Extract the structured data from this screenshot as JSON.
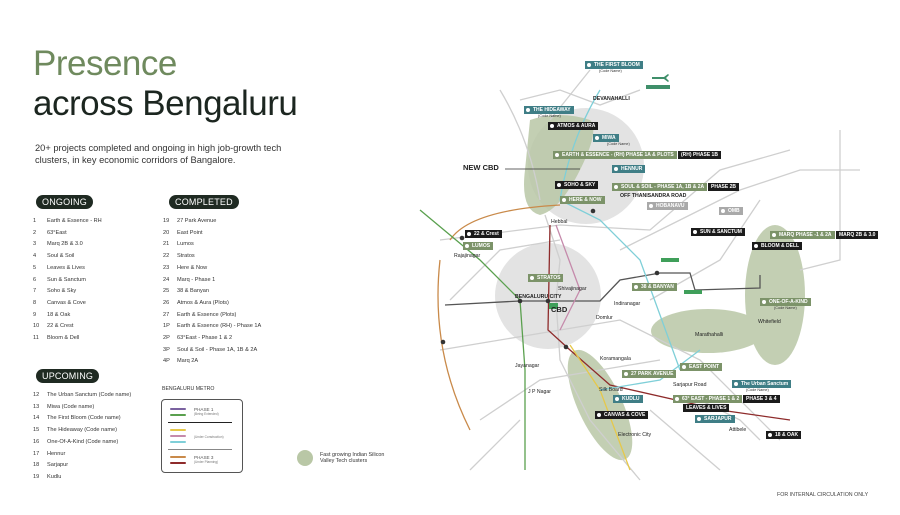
{
  "title": {
    "line1": "Presence",
    "line2": "across Bengaluru"
  },
  "subtitle": "20+ projects completed and ongoing in high job-growth tech clusters, in key economic corridors of Bangalore.",
  "colors": {
    "accent_green": "#6f8a5e",
    "dark": "#1c2620",
    "cluster": "#b9c7a6",
    "teal_label": "#3f7e86",
    "green_label": "#7c9369"
  },
  "ongoing": {
    "label": "ONGOING",
    "items": [
      {
        "n": "1",
        "name": "Earth & Essence - RH"
      },
      {
        "n": "2",
        "name": "63°East"
      },
      {
        "n": "3",
        "name": "Marq 2B & 3.0"
      },
      {
        "n": "4",
        "name": "Soul & Soil"
      },
      {
        "n": "5",
        "name": "Leaves & Lives"
      },
      {
        "n": "6",
        "name": "Sun & Sanctum"
      },
      {
        "n": "7",
        "name": "Soho & Sky"
      },
      {
        "n": "8",
        "name": "Canvas & Cove"
      },
      {
        "n": "9",
        "name": "18 & Oak"
      },
      {
        "n": "10",
        "name": "22 & Crest"
      },
      {
        "n": "11",
        "name": "Bloom & Dell"
      }
    ]
  },
  "completed": {
    "label": "COMPLETED",
    "items": [
      {
        "n": "19",
        "name": "27 Park Avenue"
      },
      {
        "n": "20",
        "name": "East Point"
      },
      {
        "n": "21",
        "name": "Lumos"
      },
      {
        "n": "22",
        "name": "Stratos"
      },
      {
        "n": "23",
        "name": "Here & Now"
      },
      {
        "n": "24",
        "name": "Marq - Phase 1"
      },
      {
        "n": "25",
        "name": "38 & Banyan"
      },
      {
        "n": "26",
        "name": "Atmos & Aura (Plots)"
      },
      {
        "n": "27",
        "name": "Earth & Essence (Plots)"
      },
      {
        "n": "1P",
        "name": "Earth & Essence (RH) - Phase 1A"
      },
      {
        "n": "2P",
        "name": "63°East - Phase 1 & 2"
      },
      {
        "n": "3P",
        "name": "Soul & Soil - Phase 1A, 1B & 2A"
      },
      {
        "n": "4P",
        "name": "Marq 2A"
      }
    ]
  },
  "upcoming": {
    "label": "UPCOMING",
    "items": [
      {
        "n": "12",
        "name": "The Urban Sanctum (Code name)"
      },
      {
        "n": "13",
        "name": "Miwa (Code name)"
      },
      {
        "n": "14",
        "name": "The First Bloom (Code name)"
      },
      {
        "n": "15",
        "name": "The Hideaway (Code name)"
      },
      {
        "n": "16",
        "name": "One-Of-A-Kind (Code name)"
      },
      {
        "n": "17",
        "name": "Hennur"
      },
      {
        "n": "18",
        "name": "Sarjapur"
      },
      {
        "n": "19",
        "name": "Kudlu"
      }
    ]
  },
  "metro": {
    "title": "BENGALURU METRO",
    "phase1": "PHASE 1",
    "phase1_note": "(Being Extended)",
    "construction_note": "(Under Construction)",
    "phase3": "PHASE 3",
    "phase3_note": "(Under Planning)",
    "line_colors": [
      "#7a62a0",
      "#5aa04e",
      "#e6c84a",
      "#c58aab",
      "#7fcfd8",
      "#c98a4a",
      "#8e2b2b"
    ]
  },
  "map": {
    "labels": [
      "THE FIRST BLOOM",
      "THE HIDEAWAY",
      "ATMOS & AURA",
      "MIWA",
      "EARTH & ESSENCE - (RH) PHASE 1A & PLOTS",
      "(RH) PHASE 1B",
      "HENNUR",
      "SOHO & SKY",
      "SOUL & SOIL - PHASE 1A, 1B & 2A",
      "PHASE 2B",
      "HERE & NOW",
      "HOBANAVU",
      "OMB",
      "22 & Crest",
      "LUMOS",
      "SUN & SANCTUM",
      "MARQ PHASE -1 & 2A",
      "MARQ 2B & 3.0",
      "BLOOM & DELL",
      "STRATOS",
      "38 & BANYAN",
      "ONE-OF-A-KIND",
      "EAST POINT",
      "27 PARK AVENUE",
      "The Urban Sanctum",
      "KUDLU",
      "63° EAST - PHASE 1 & 2",
      "PHASE 3 & 4",
      "LEAVES & LIVES",
      "CANVAS & COVE",
      "SARJAPUR",
      "18 & OAK"
    ],
    "code_name": "(Code Name)",
    "places": [
      "DEVANAHALLI",
      "OFF THANISANDRA ROAD",
      "Hebbal",
      "Rajajinagar",
      "Shivajinagar",
      "BENGALURU CITY",
      "Indiranagar",
      "Domlur",
      "Whitefield",
      "Marathahalli",
      "Koramangala",
      "Jayanagar",
      "Sarjapur Road",
      "J P Nagar",
      "Silk Board",
      "Electronic City",
      "Attibele"
    ],
    "new_cbd": "NEW CBD",
    "cbd": "CBD",
    "legend": "Fast growing Indian Silicon Valley Tech clusters"
  },
  "footer": "FOR INTERNAL CIRCULATION ONLY"
}
